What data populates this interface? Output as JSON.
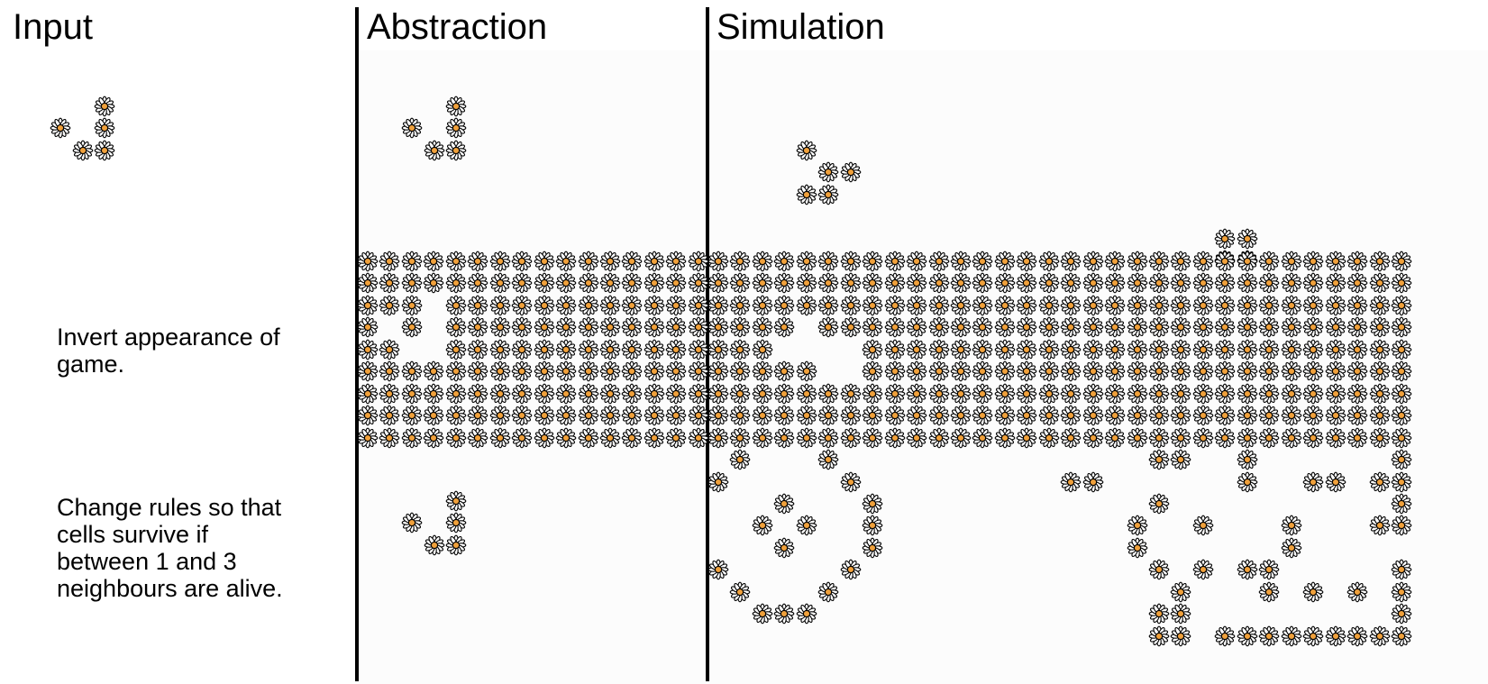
{
  "columns": {
    "input": "Input",
    "abstraction": "Abstraction",
    "simulation": "Simulation"
  },
  "rows": [
    {
      "caption_lines": [],
      "input_cells": [
        "0,3",
        "1,1",
        "1,3",
        "2,2",
        "2,3"
      ],
      "abstraction_cells": [
        "0,3",
        "1,1",
        "1,3",
        "2,2",
        "2,3"
      ],
      "simulation_cells": [
        "2,4",
        "3,5",
        "3,6",
        "4,4",
        "4,5",
        "6,23",
        "6,24",
        "7,23",
        "7,24"
      ]
    },
    {
      "caption_lines": [
        "Invert appearance of",
        "game."
      ],
      "abstraction_cells": [
        "0,0-15",
        "1,0-15",
        "2,0-2",
        "2,4-15",
        "3,0",
        "3,2",
        "3,4-15",
        "4,0-1",
        "4,4-15",
        "5,0-15",
        "6,0-15",
        "7,0-15",
        "8,0-15"
      ],
      "simulation_cells": [
        "0,0-31",
        "1,0-31",
        "2,0-31",
        "3,0-3",
        "3,5-31",
        "4,0-2",
        "4,7-31",
        "5,0-4",
        "5,7-31",
        "6,0-5",
        "6,6-31",
        "7,0-24",
        "7,25-31",
        "8,0-24",
        "8,25-31"
      ]
    },
    {
      "caption_lines": [
        "Change rules so that",
        "cells survive if",
        "between 1 and 3",
        "neighbours are alive."
      ],
      "abstraction_cells": [
        "0,3",
        "1,1",
        "1,3",
        "2,2",
        "2,3"
      ],
      "simulation_cells": [
        "9,1",
        "9,5",
        "9,20",
        "9,21",
        "9,24",
        "9,31",
        "10,0",
        "10,6",
        "10,16",
        "10,17",
        "10,24",
        "10,27",
        "10,28",
        "10,30",
        "10,31",
        "11,3",
        "11,7",
        "11,20",
        "11,31",
        "12,2",
        "12,4",
        "12,7",
        "12,19",
        "12,22",
        "12,26",
        "12,30",
        "12,31",
        "13,3",
        "13,7",
        "13,19",
        "13,26",
        "14,0",
        "14,6",
        "14,20",
        "14,22",
        "14,24",
        "14,25",
        "14,31",
        "15,1",
        "15,5",
        "15,21",
        "15,25",
        "15,27",
        "15,29",
        "15,31",
        "16,2",
        "16,3",
        "16,4",
        "16,20",
        "16,21",
        "16,31",
        "17,20",
        "17,21",
        "17,23-31"
      ]
    }
  ],
  "colors": {
    "petal": "#ffffff",
    "outline": "#000000",
    "center": "#f0a13c",
    "panel_background": "#fcfcfc",
    "divider": "#000000"
  },
  "icons": {
    "cell": "daisy-icon"
  }
}
